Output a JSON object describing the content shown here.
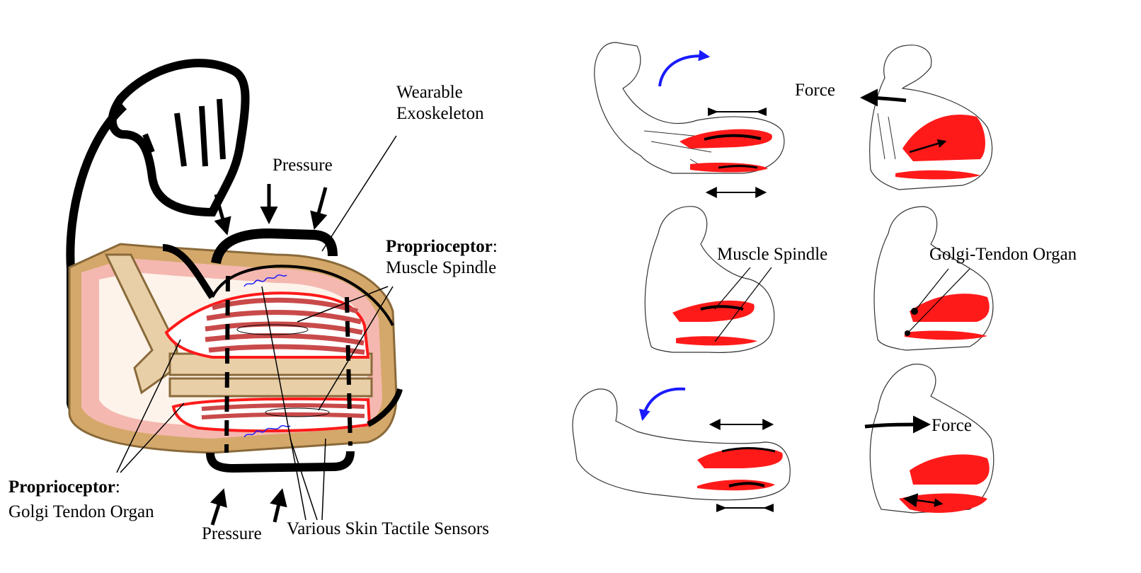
{
  "left_panel": {
    "wearable": [
      "Wearable",
      "Exoskeleton"
    ],
    "pressure_top": "Pressure",
    "pressure_bottom": "Pressure",
    "spindle_bold": "Proprioceptor",
    "spindle_colon": ":",
    "spindle_name": "Muscle Spindle",
    "gto_bold": "Proprioceptor",
    "gto_colon": ":",
    "gto_name": "Golgi Tendon Organ",
    "skin_sensors": "Various Skin Tactile Sensors"
  },
  "right_panel": {
    "force_top": "Force",
    "muscle_spindle": "Muscle Spindle",
    "golgi_tendon": "Golgi-Tendon Organ",
    "force_bottom": "Force"
  },
  "colors": {
    "muscle": "#ff1a1a",
    "skin": "#d4a86a",
    "skin_outline": "#8a6a3a",
    "bone": "#e8cfa8",
    "subskin": "#f4b8b0",
    "rotation_arrow": "#1a1aff"
  }
}
